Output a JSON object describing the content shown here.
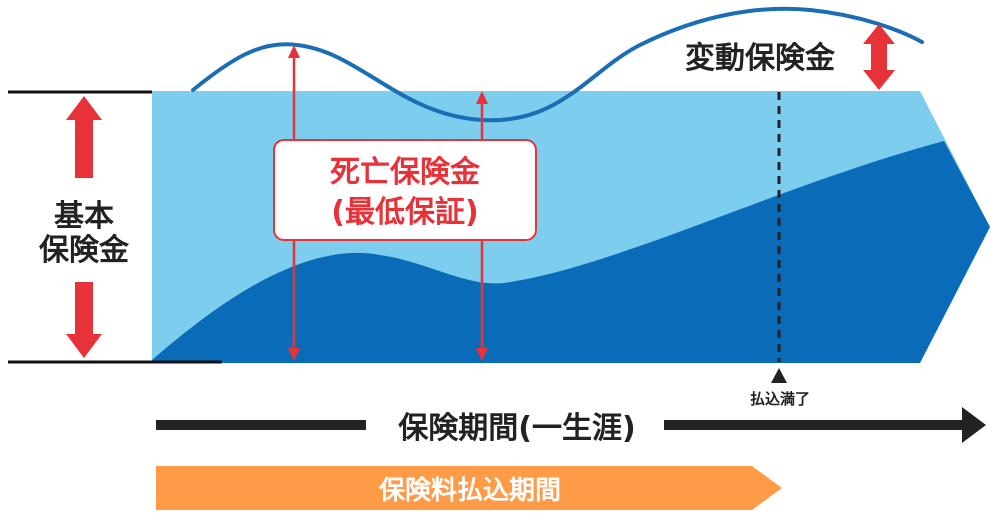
{
  "labels": {
    "variable_benefit": "変動保険金",
    "basic_line1": "基本",
    "basic_line2": "保険金",
    "death_line1": "死亡保険金",
    "death_line2": "(最低保証)",
    "payment_end": "払込満了",
    "coverage_period": "保険期間(一生涯)",
    "payment_period": "保険料払込期間"
  },
  "colors": {
    "light_blue": "#7dcdee",
    "dark_blue": "#0a6cb8",
    "curve_blue": "#1b6db5",
    "red": "#e8323a",
    "orange": "#ff9a47",
    "black": "#222222"
  }
}
